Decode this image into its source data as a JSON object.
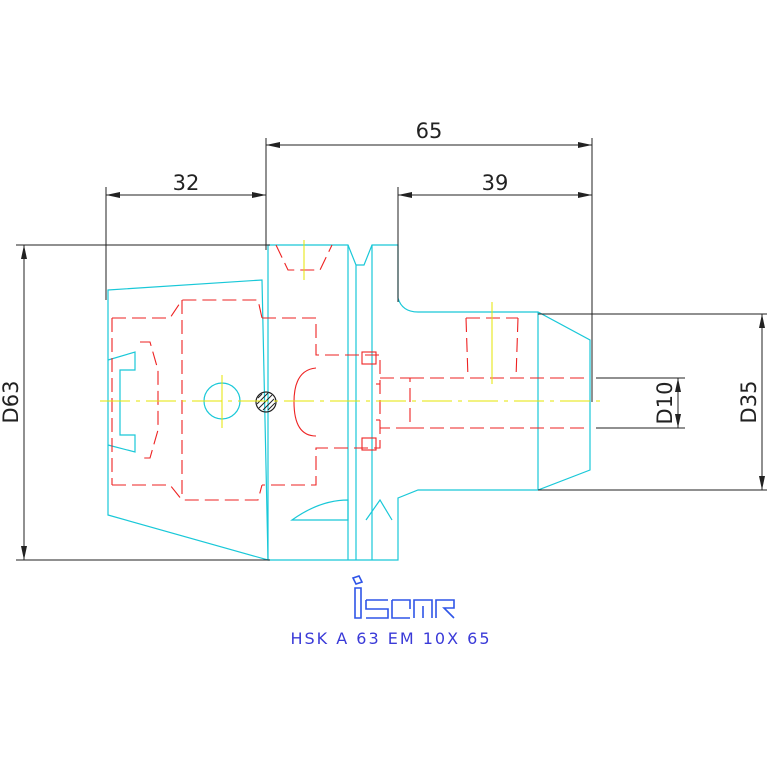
{
  "drawing": {
    "dimensions": {
      "overall_length": "65",
      "flange_length": "32",
      "tip_length": "39",
      "flange_diameter": "D63",
      "body_diameter": "D35",
      "bore_diameter": "D10"
    },
    "brand": "iscar",
    "caption": "HSK  A  63  EM  10X  65",
    "colors": {
      "outline": "#19c8d8",
      "hidden": "#ee2222",
      "center": "#e6e600",
      "dimension": "#222222",
      "brand": "#2f55e8"
    }
  }
}
